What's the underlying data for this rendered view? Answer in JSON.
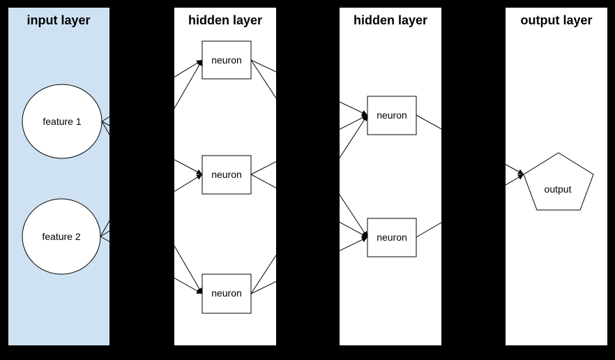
{
  "colors": {
    "background": "#000000",
    "input_panel": "#cfe2f3",
    "panel": "#ffffff",
    "node_fill": "#ffffff",
    "node_border": "#000000",
    "line": "#000000",
    "text": "#000000"
  },
  "layers": [
    {
      "title": "input layer",
      "nodes": [
        {
          "id": "feature1",
          "label": "feature 1",
          "shape": "circle"
        },
        {
          "id": "feature2",
          "label": "feature 2",
          "shape": "circle"
        }
      ]
    },
    {
      "title": "hidden layer",
      "nodes": [
        {
          "id": "h1n1",
          "label": "neuron",
          "shape": "rect"
        },
        {
          "id": "h1n2",
          "label": "neuron",
          "shape": "rect"
        },
        {
          "id": "h1n3",
          "label": "neuron",
          "shape": "rect"
        }
      ]
    },
    {
      "title": "hidden layer",
      "nodes": [
        {
          "id": "h2n1",
          "label": "neuron",
          "shape": "rect"
        },
        {
          "id": "h2n2",
          "label": "neuron",
          "shape": "rect"
        }
      ]
    },
    {
      "title": "output layer",
      "nodes": [
        {
          "id": "output",
          "label": "output",
          "shape": "pentagon"
        }
      ]
    }
  ],
  "edges": [
    {
      "from": "feature1",
      "to": "h1n1"
    },
    {
      "from": "feature1",
      "to": "h1n2"
    },
    {
      "from": "feature1",
      "to": "h1n3"
    },
    {
      "from": "feature2",
      "to": "h1n1"
    },
    {
      "from": "feature2",
      "to": "h1n2"
    },
    {
      "from": "feature2",
      "to": "h1n3"
    },
    {
      "from": "h1n1",
      "to": "h2n1"
    },
    {
      "from": "h1n1",
      "to": "h2n2"
    },
    {
      "from": "h1n2",
      "to": "h2n1"
    },
    {
      "from": "h1n2",
      "to": "h2n2"
    },
    {
      "from": "h1n3",
      "to": "h2n1"
    },
    {
      "from": "h1n3",
      "to": "h2n2"
    },
    {
      "from": "h2n1",
      "to": "output"
    },
    {
      "from": "h2n2",
      "to": "output"
    }
  ]
}
